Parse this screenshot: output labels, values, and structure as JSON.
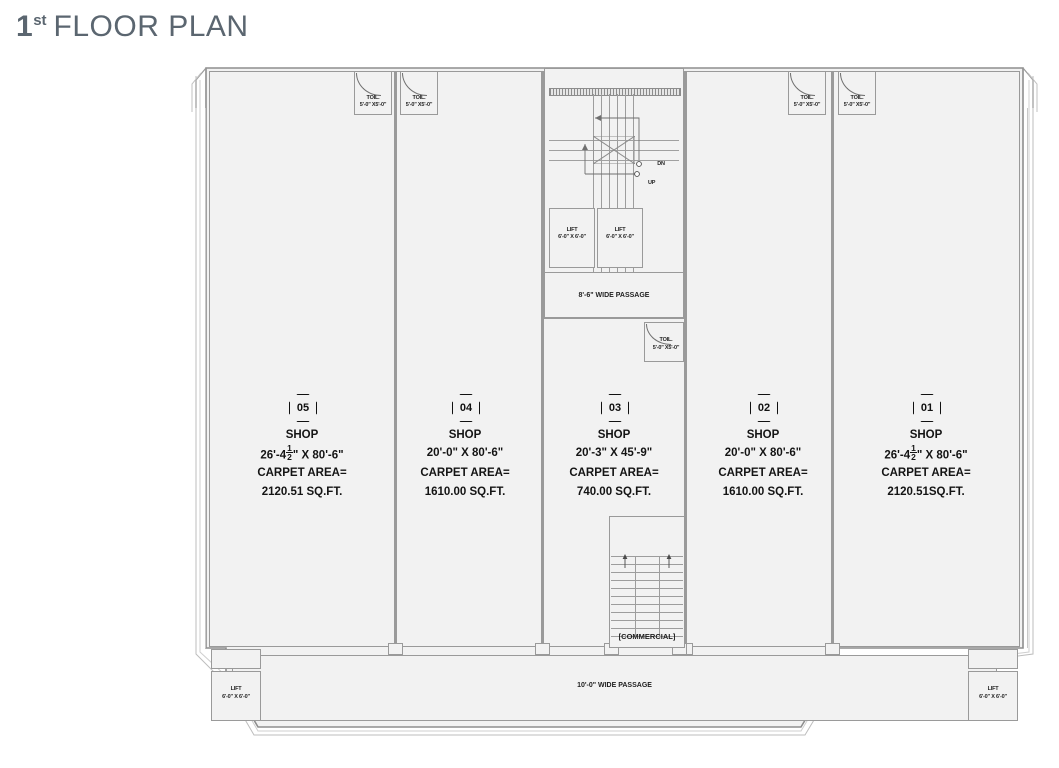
{
  "title": {
    "number": "1",
    "ordinal": "st",
    "rest": "FLOOR PLAN"
  },
  "colors": {
    "title": "#5b6670",
    "wall": "#8e8e8e",
    "thin_wall": "#b4b4b4",
    "room_fill": "#f2f2f2",
    "page_bg": "#ffffff",
    "text": "#1e1e1e"
  },
  "shops": [
    {
      "tag": "05",
      "type": "SHOP",
      "dimension_pre": "26'-4",
      "dimension_frac_num": "1",
      "dimension_frac_den": "2",
      "dimension_post": "\" X 80'-6\"",
      "carpet_label": "CARPET AREA=",
      "carpet_value": "2120.51 SQ.FT."
    },
    {
      "tag": "04",
      "type": "SHOP",
      "dimension": "20'-0\" X 80'-6\"",
      "carpet_label": "CARPET AREA=",
      "carpet_value": "1610.00 SQ.FT."
    },
    {
      "tag": "03",
      "type": "SHOP",
      "dimension": "20'-3\" X 45'-9\"",
      "carpet_label": "CARPET AREA=",
      "carpet_value": "740.00 SQ.FT."
    },
    {
      "tag": "02",
      "type": "SHOP",
      "dimension": "20'-0\" X 80'-6\"",
      "carpet_label": "CARPET AREA=",
      "carpet_value": "1610.00 SQ.FT."
    },
    {
      "tag": "01",
      "type": "SHOP",
      "dimension_pre": "26'-4",
      "dimension_frac_num": "1",
      "dimension_frac_den": "2",
      "dimension_post": "\" X 80'-6\"",
      "carpet_label": "CARPET AREA=",
      "carpet_value": "2120.51SQ.FT."
    }
  ],
  "toilets": [
    {
      "name": "TOIL.",
      "size": "5'-0\" X5'-0\""
    },
    {
      "name": "TOIL.",
      "size": "5'-0\" X5'-0\""
    },
    {
      "name": "TOIL.",
      "size": "5'-0\" X5'-0\""
    },
    {
      "name": "TOIL.",
      "size": "5'-0\" X5'-0\""
    },
    {
      "name": "TOIL.",
      "size": "5'-0\" X5'-0\""
    }
  ],
  "lifts": [
    {
      "name": "LIFT",
      "size": "6'-0\" X 6'-0\""
    },
    {
      "name": "LIFT",
      "size": "6'-0\" X 6'-0\""
    },
    {
      "name": "LIFT",
      "size": "6'-0\" X 6'-0\""
    },
    {
      "name": "LIFT",
      "size": "6'-0\" X 6'-0\""
    }
  ],
  "passages": {
    "central": "8'-6\" WIDE PASSAGE",
    "bottom": "10'-0\" WIDE PASSAGE"
  },
  "stair_markers": {
    "up": "UP",
    "down": "DN"
  },
  "commercial_stair_label": "[COMMERCIAL]"
}
